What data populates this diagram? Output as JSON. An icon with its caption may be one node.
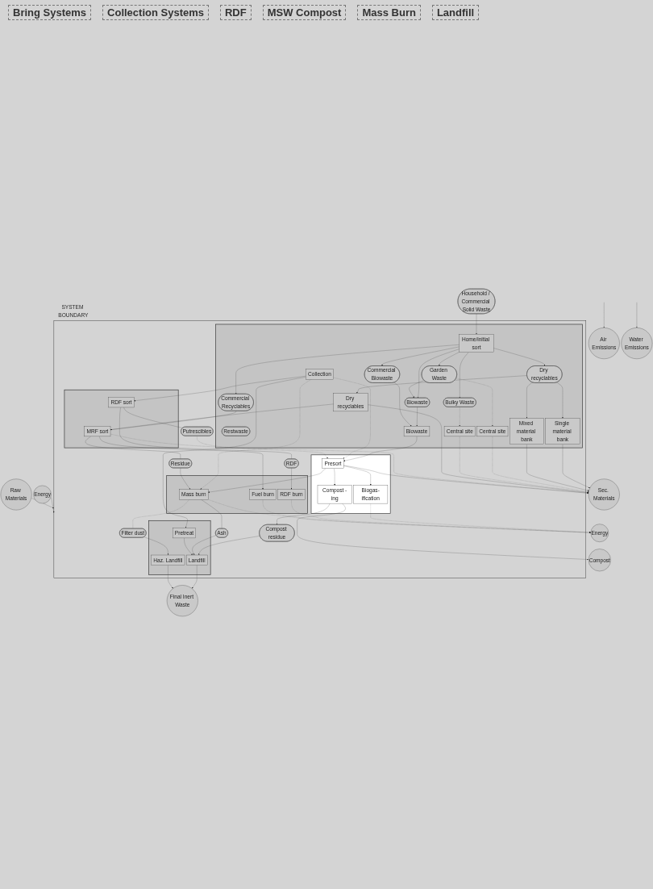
{
  "diagram": {
    "nodes": [
      {
        "text": [
          "Household / Commercial Solid Waste"
        ]
      },
      {
        "text": [
          "Energy"
        ]
      },
      {
        "text": [
          "Raw Materials"
        ]
      },
      {
        "text": [
          "SYSTEM BOUNDARY"
        ]
      },
      {
        "text": [],
        "shape": "box",
        "in": 3
      },
      {
        "text": [
          "Home/initial sort"
        ],
        "in": 4
      },
      {
        "text": [
          "Restwaste"
        ],
        "in": 4
      },
      {
        "text": [
          "Collection"
        ],
        "in": 4
      },
      {
        "text": [
          "Dry recyclables"
        ],
        "in": 4
      },
      {
        "text": [
          "Garden Waste"
        ],
        "in": 4
      },
      {
        "text": [
          "Biowaste"
        ],
        "in": 4
      },
      {
        "text": [
          "Bulky Waste"
        ],
        "in": 4
      },
      {
        "text": [
          "Commercial Biowaste"
        ],
        "in": 4
      },
      {
        "text": [
          "Commercial Recyclables"
        ],
        "in": 4
      },
      {
        "text": [
          "Single material bank"
        ],
        "in": 4
      },
      {
        "text": [
          "Mixed material bank"
        ],
        "in": 4
      },
      {
        "text": [
          "Central site"
        ],
        "in": 4
      },
      {
        "text": [
          "Central site"
        ],
        "in": 4
      },
      {
        "text": [
          "Dry recyclables"
        ],
        "in": 4
      },
      {
        "text": [
          "Biowaste"
        ],
        "in": 4
      },
      {
        "text": [],
        "shape": "box",
        "in": 3
      },
      {
        "text": [
          "RDF sort"
        ],
        "in": 20
      },
      {
        "text": [
          "MRF sort"
        ],
        "in": 20
      },
      {
        "text": [],
        "shape": "box",
        "in": 3
      },
      {
        "text": [
          "Presort"
        ],
        "in": 23
      },
      {
        "text": [
          "Biogas-ification"
        ],
        "in": 23
      },
      {
        "text": [
          "Compost -ing"
        ],
        "in": 23
      },
      {
        "text": [
          "Putrescibles"
        ],
        "in": 3
      },
      {
        "text": [
          "Residue"
        ],
        "in": 3
      },
      {
        "text": [
          "RDF"
        ],
        "in": 3
      },
      {
        "text": [],
        "shape": "box",
        "in": 3
      },
      {
        "text": [
          "RDF burn"
        ],
        "in": 30
      },
      {
        "text": [
          "Fuel burn"
        ],
        "in": 30
      },
      {
        "text": [
          "Mass burn"
        ],
        "in": 30
      },
      {
        "text": [
          "Compost residue"
        ],
        "in": 3
      },
      {
        "text": [
          "Ash"
        ],
        "in": 3
      },
      {
        "text": [
          "Filter dust"
        ],
        "in": 3
      },
      {
        "text": [],
        "shape": "box",
        "in": 3
      },
      {
        "text": [
          "Pretreat"
        ],
        "in": 37
      },
      {
        "text": [
          "Landfill"
        ],
        "in": 37
      },
      {
        "text": [
          "Haz. Landfill"
        ],
        "in": 37
      },
      {
        "text": [
          "Sec. Materials"
        ]
      },
      {
        "text": [
          "Energy"
        ]
      },
      {
        "text": [
          "Compost"
        ]
      },
      {
        "text": [
          "Air Emissions"
        ]
      },
      {
        "text": [
          "Water Emissions"
        ]
      },
      {
        "text": [
          "Final Inert Waste"
        ]
      }
    ],
    "edges": [
      {
        "from": 0,
        "to": 5,
        "arrow": "to"
      },
      {
        "from": 1,
        "to": 3,
        "arrow": "to"
      },
      {
        "from": 2,
        "to": 3,
        "arrow": "to"
      },
      {
        "from": 5,
        "to": 8,
        "arrow": "to"
      },
      {
        "from": 5,
        "to": 9,
        "arrow": "to"
      },
      {
        "from": 5,
        "to": 10,
        "arrow": "to"
      },
      {
        "from": 5,
        "to": 11,
        "arrow": "to"
      },
      {
        "from": 5,
        "to": 12,
        "arrow": "to"
      },
      {
        "from": 5,
        "to": 13,
        "arrow": "to"
      },
      {
        "from": 9,
        "to": 10,
        "arrow": "to"
      },
      {
        "from": 8,
        "to": 14,
        "arrow": "to"
      },
      {
        "from": 8,
        "to": 15,
        "arrow": "to"
      },
      {
        "from": 8,
        "to": 18,
        "arrow": "to"
      },
      {
        "from": 9,
        "to": 16,
        "arrow": "to",
        "style": "dashed"
      },
      {
        "from": 11,
        "to": 17,
        "arrow": "to",
        "style": "dashed"
      },
      {
        "from": 10,
        "to": 19,
        "arrow": "to"
      },
      {
        "from": 12,
        "to": 19,
        "arrow": "to"
      },
      {
        "from": 13,
        "to": 22,
        "arrow": "to"
      },
      {
        "from": 7,
        "to": 21,
        "arrow": "to"
      },
      {
        "from": 18,
        "to": 22,
        "arrow": "to"
      },
      {
        "from": 14,
        "to": 41,
        "arrow": "to"
      },
      {
        "from": 15,
        "to": 41,
        "arrow": "to"
      },
      {
        "from": 16,
        "to": 41,
        "arrow": "to",
        "style": "dashed"
      },
      {
        "from": 17,
        "to": 41,
        "arrow": "to",
        "style": "dashed"
      },
      {
        "from": 18,
        "to": 41,
        "arrow": "to"
      },
      {
        "from": 19,
        "to": 24,
        "arrow": "to"
      },
      {
        "from": 7,
        "to": 24,
        "arrow": "to",
        "style": "dashed"
      },
      {
        "from": 7,
        "to": 33,
        "arrow": "to",
        "style": "dashed"
      },
      {
        "from": 7,
        "to": 38,
        "arrow": "to"
      },
      {
        "from": 21,
        "to": 27,
        "arrow": "none"
      },
      {
        "from": 27,
        "to": 24,
        "arrow": "to",
        "style": "dashed"
      },
      {
        "from": 21,
        "to": 29,
        "arrow": "none"
      },
      {
        "from": 29,
        "to": 31,
        "arrow": "to"
      },
      {
        "from": 22,
        "to": 28,
        "arrow": "none"
      },
      {
        "from": 28,
        "to": 33,
        "arrow": "to"
      },
      {
        "from": 22,
        "to": 32,
        "arrow": "to"
      },
      {
        "from": 22,
        "to": 41,
        "arrow": "to",
        "style": "dashed"
      },
      {
        "from": 24,
        "to": 25,
        "arrow": "to"
      },
      {
        "from": 24,
        "to": 26,
        "arrow": "to"
      },
      {
        "from": 24,
        "to": 33,
        "arrow": "to"
      },
      {
        "from": 24,
        "to": 41,
        "arrow": "to"
      },
      {
        "from": 25,
        "to": 42,
        "arrow": "to",
        "style": "dashed"
      },
      {
        "from": 26,
        "to": 43,
        "arrow": "to"
      },
      {
        "from": 26,
        "to": 34,
        "arrow": "to"
      },
      {
        "from": 34,
        "to": 39,
        "arrow": "to"
      },
      {
        "from": 31,
        "to": 42,
        "arrow": "to",
        "style": "dashed"
      },
      {
        "from": 32,
        "to": 42,
        "arrow": "to",
        "style": "dashed"
      },
      {
        "from": 33,
        "to": 42,
        "arrow": "to",
        "style": "dashed"
      },
      {
        "from": 33,
        "to": 35,
        "arrow": "none"
      },
      {
        "from": 35,
        "to": 39,
        "arrow": "to"
      },
      {
        "from": 33,
        "to": 36,
        "arrow": "none",
        "style": "dashed"
      },
      {
        "from": 36,
        "to": 40,
        "arrow": "to"
      },
      {
        "from": 38,
        "to": 39,
        "arrow": "to"
      },
      {
        "from": 39,
        "to": 46,
        "arrow": "to"
      },
      {
        "from": 40,
        "to": 46,
        "arrow": "to"
      },
      {
        "from": null,
        "to": 44,
        "arrow": "to"
      },
      {
        "from": null,
        "to": 45,
        "arrow": "to"
      }
    ],
    "labels": [
      "Bring Systems",
      "Collection Systems",
      "RDF",
      "MSW Compost",
      "Mass Burn",
      "Landfill"
    ]
  }
}
